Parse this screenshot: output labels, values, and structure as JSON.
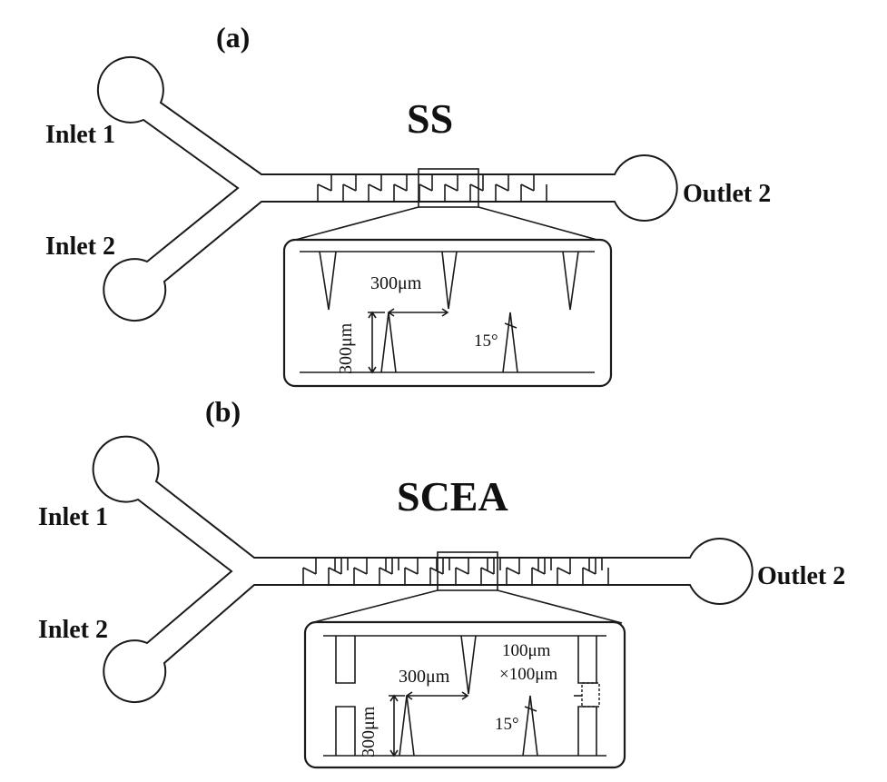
{
  "panel_a": {
    "tag": "(a)",
    "title": "SS",
    "inlet1": "Inlet 1",
    "inlet2": "Inlet 2",
    "outlet": "Outlet 2",
    "dim_width": "300μm",
    "dim_height": "300μm",
    "angle": "15°"
  },
  "panel_b": {
    "tag": "(b)",
    "title": "SCEA",
    "inlet1": "Inlet 1",
    "inlet2": "Inlet 2",
    "outlet": "Outlet 2",
    "dim_width": "300μm",
    "dim_height": "300μm",
    "angle": "15°",
    "chamber_size_line1": "100μm",
    "chamber_size_line2": "×100μm"
  },
  "colors": {
    "stroke": "#1a1a1a",
    "background": "#ffffff"
  }
}
